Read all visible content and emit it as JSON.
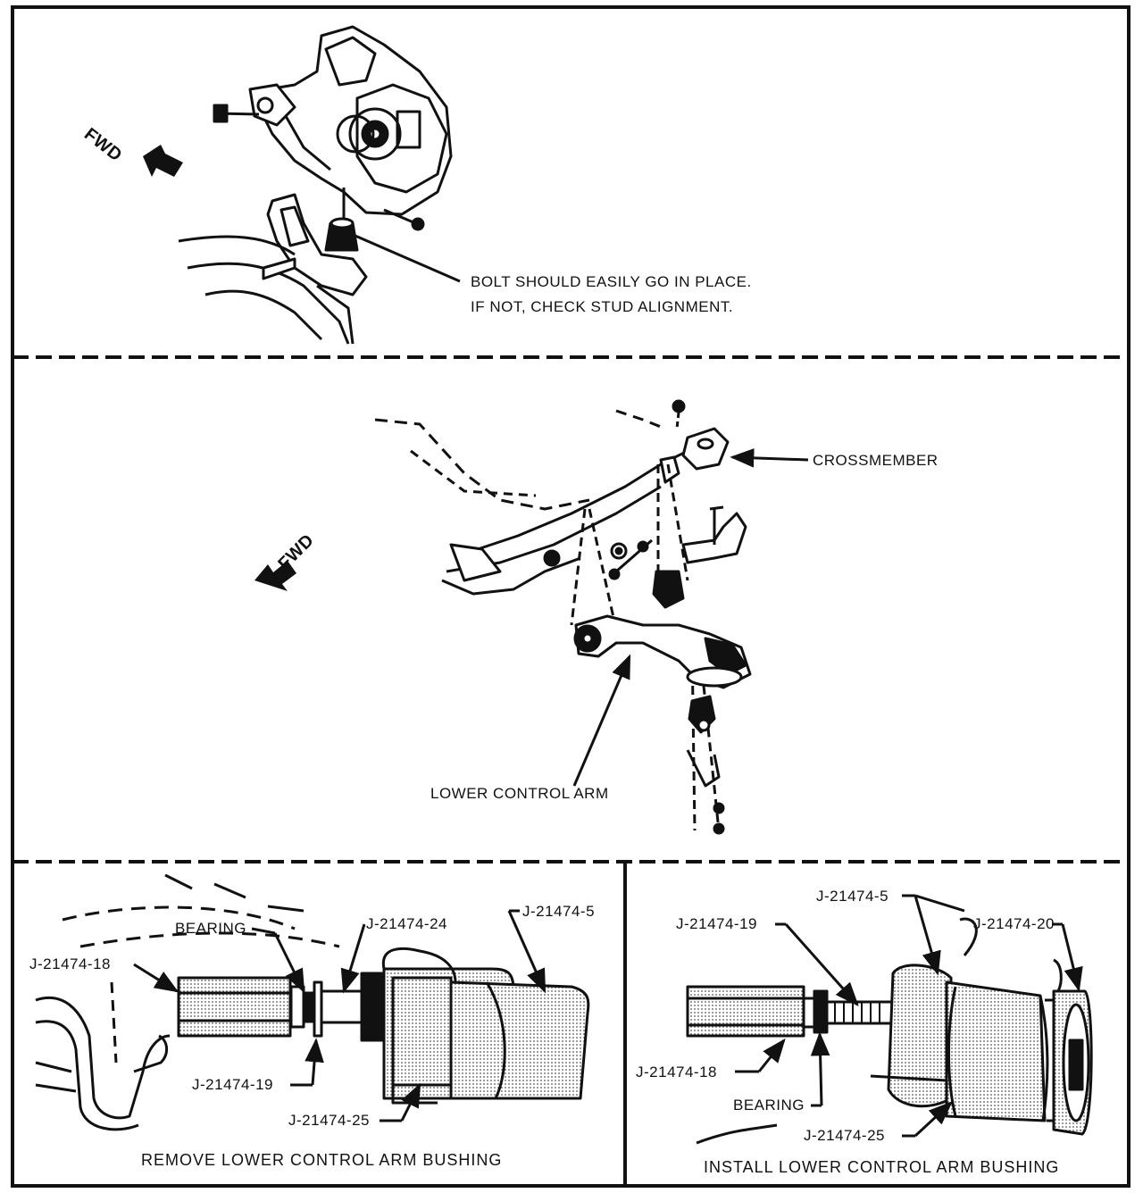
{
  "panel1": {
    "fwd": "FWD",
    "note_line1": "BOLT SHOULD EASILY GO IN PLACE.",
    "note_line2": "IF NOT, CHECK STUD ALIGNMENT."
  },
  "panel2": {
    "fwd": "FWD",
    "crossmember": "CROSSMEMBER",
    "lower_control_arm": "LOWER CONTROL ARM"
  },
  "panel3": {
    "bearing": "BEARING",
    "tool_18": "J-21474-18",
    "tool_19": "J-21474-19",
    "tool_24": "J-21474-24",
    "tool_5": "J-21474-5",
    "tool_25": "J-21474-25",
    "caption": "REMOVE LOWER CONTROL ARM BUSHING"
  },
  "panel4": {
    "tool_5": "J-21474-5",
    "tool_20": "J-21474-20",
    "tool_19": "J-21474-19",
    "tool_18": "J-21474-18",
    "bearing": "BEARING",
    "tool_25": "J-21474-25",
    "caption": "INSTALL LOWER CONTROL ARM BUSHING"
  },
  "colors": {
    "ink": "#111111",
    "paper": "#ffffff",
    "shade": "#bdbdbd"
  }
}
